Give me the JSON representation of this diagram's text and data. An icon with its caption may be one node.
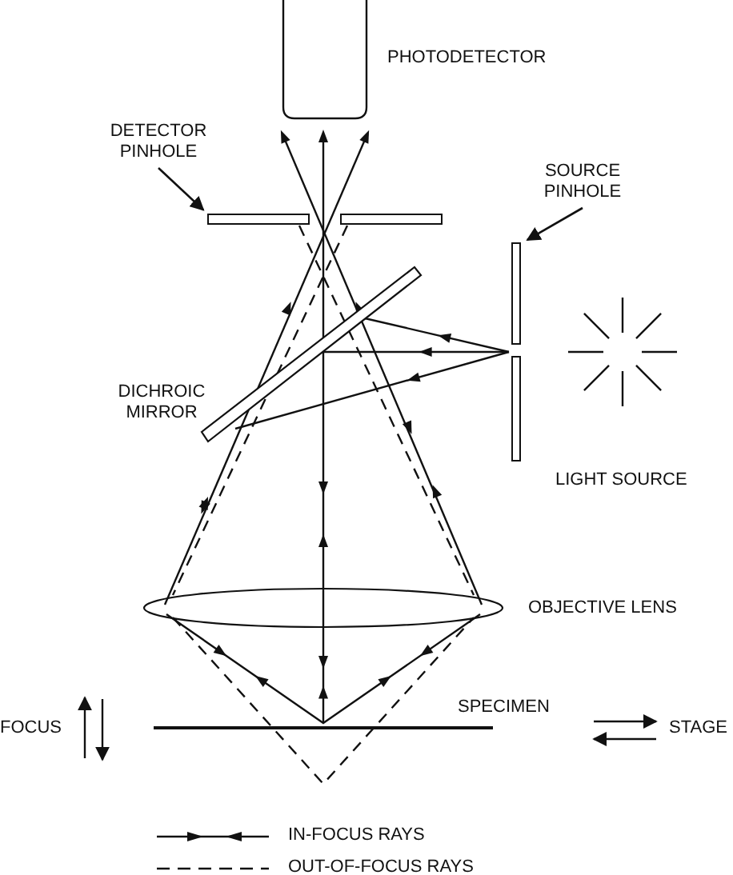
{
  "diagram": {
    "nodes": [
      {
        "text": [
          "DETECTOR PINHOLE"
        ]
      },
      {
        "text": [],
        "shape": "bar"
      },
      {
        "text": [
          "SOURCE PINHOLE"
        ]
      },
      {
        "text": [],
        "shape": "bar"
      }
    ],
    "edges": [
      {
        "from": 0,
        "to": 1,
        "arrow": "to"
      },
      {
        "from": 2,
        "to": 3,
        "arrow": "to"
      }
    ],
    "labels": [
      "PHOTODETECTOR",
      "DICHROIC MIRROR",
      "LIGHT SOURCE",
      "OBJECTIVE LENS",
      "SPECIMEN",
      "FOCUS",
      "STAGE"
    ],
    "legend": [
      {
        "text": "IN-FOCUS RAYS"
      },
      {
        "text": "OUT-OF-FOCUS RAYS"
      }
    ]
  }
}
